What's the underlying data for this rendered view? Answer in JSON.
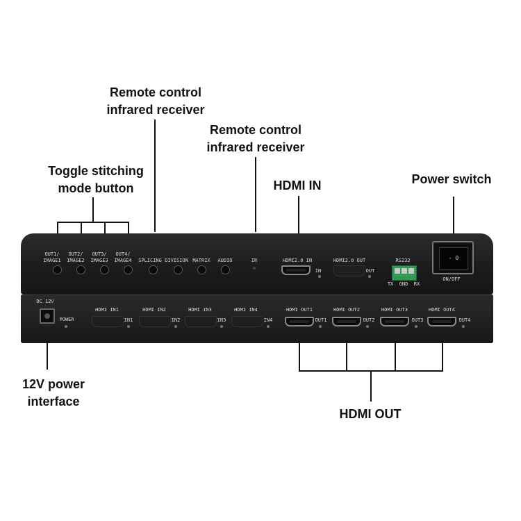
{
  "callouts": {
    "remote_ir_1": "Remote control\ninfrared receiver",
    "remote_ir_2": "Remote control\ninfrared receiver",
    "toggle_button": "Toggle stitching\nmode button",
    "hdmi_in": "HDMI IN",
    "power_switch": "Power switch",
    "power_interface": "12V power\ninterface",
    "hdmi_out": "HDMI OUT"
  },
  "front_panel": {
    "buttons": [
      "OUT1/\nIMAGE1",
      "OUT2/\nIMAGE2",
      "OUT3/\nIMAGE3",
      "OUT4/\nIMAGE4",
      "SPLICING",
      "DIVISION",
      "MATRIX",
      "AUDIO"
    ],
    "ir_label": "IR",
    "hdmi20_in_label": "HDMI2.0 IN",
    "hdmi20_in_side": "IN",
    "hdmi20_out_label": "HDMI2.0 OUT",
    "hdmi20_out_side": "OUT",
    "rs232_label": "RS232",
    "rs232_pins": "TX  GND  RX",
    "switch_label": "ON/OFF",
    "switch_marks": "- O"
  },
  "rear_panel": {
    "dc_label": "DC 12V",
    "power_label": "POWER",
    "inputs": [
      {
        "label": "HDMI IN1",
        "side": "IN1"
      },
      {
        "label": "HDMI IN2",
        "side": "IN2"
      },
      {
        "label": "HDMI IN3",
        "side": "IN3"
      },
      {
        "label": "HDMI IN4",
        "side": "IN4"
      }
    ],
    "outputs": [
      {
        "label": "HDMI OUT1",
        "side": "OUT1"
      },
      {
        "label": "HDMI OUT2",
        "side": "OUT2"
      },
      {
        "label": "HDMI OUT3",
        "side": "OUT3"
      },
      {
        "label": "HDMI OUT4",
        "side": "OUT4"
      }
    ]
  }
}
